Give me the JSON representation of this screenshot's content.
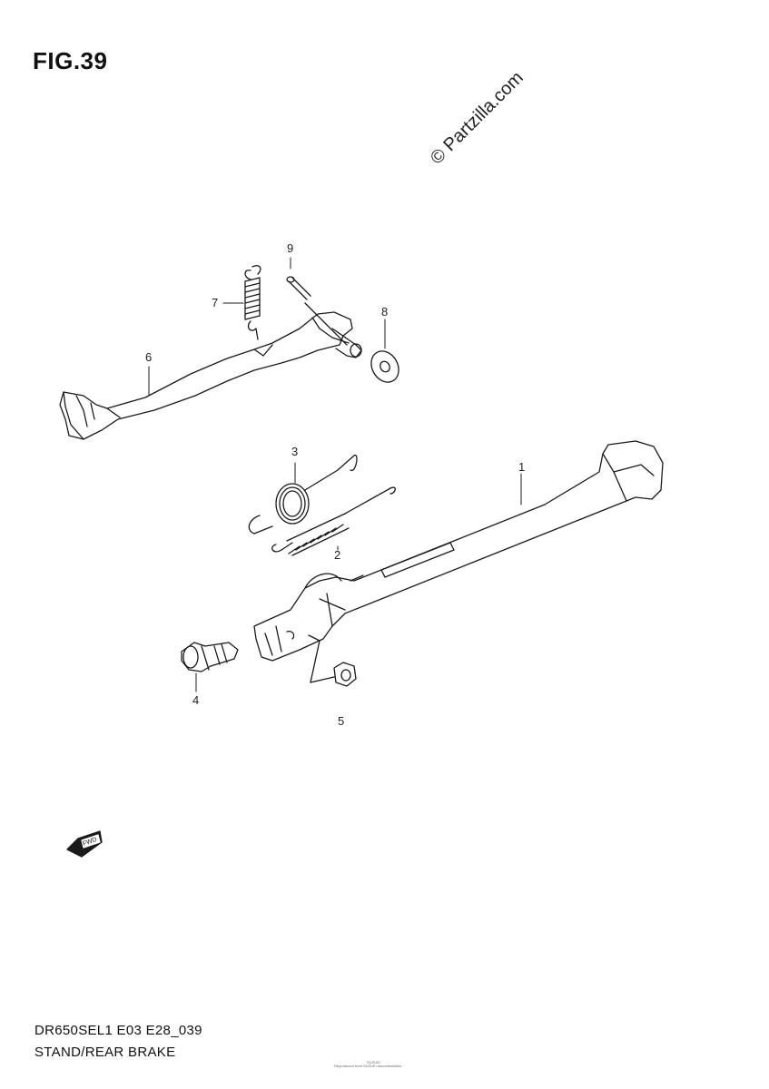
{
  "figure": {
    "title": "FIG.39",
    "watermark": "© Partzilla.com",
    "fwd_label": "FWD",
    "code": "DR650SEL1 E03 E28_039",
    "name": "STAND/REAR BRAKE",
    "footer_small": "Reproduced from SUZUKI documentation",
    "footer_tiny": "SUZUKI"
  },
  "callouts": [
    {
      "id": "1",
      "label": "1"
    },
    {
      "id": "2",
      "label": "2"
    },
    {
      "id": "3",
      "label": "3"
    },
    {
      "id": "4",
      "label": "4"
    },
    {
      "id": "5",
      "label": "5"
    },
    {
      "id": "6",
      "label": "6"
    },
    {
      "id": "7",
      "label": "7"
    },
    {
      "id": "8",
      "label": "8"
    },
    {
      "id": "9",
      "label": "9"
    }
  ],
  "colors": {
    "line": "#1a1a1a",
    "background": "#ffffff"
  }
}
